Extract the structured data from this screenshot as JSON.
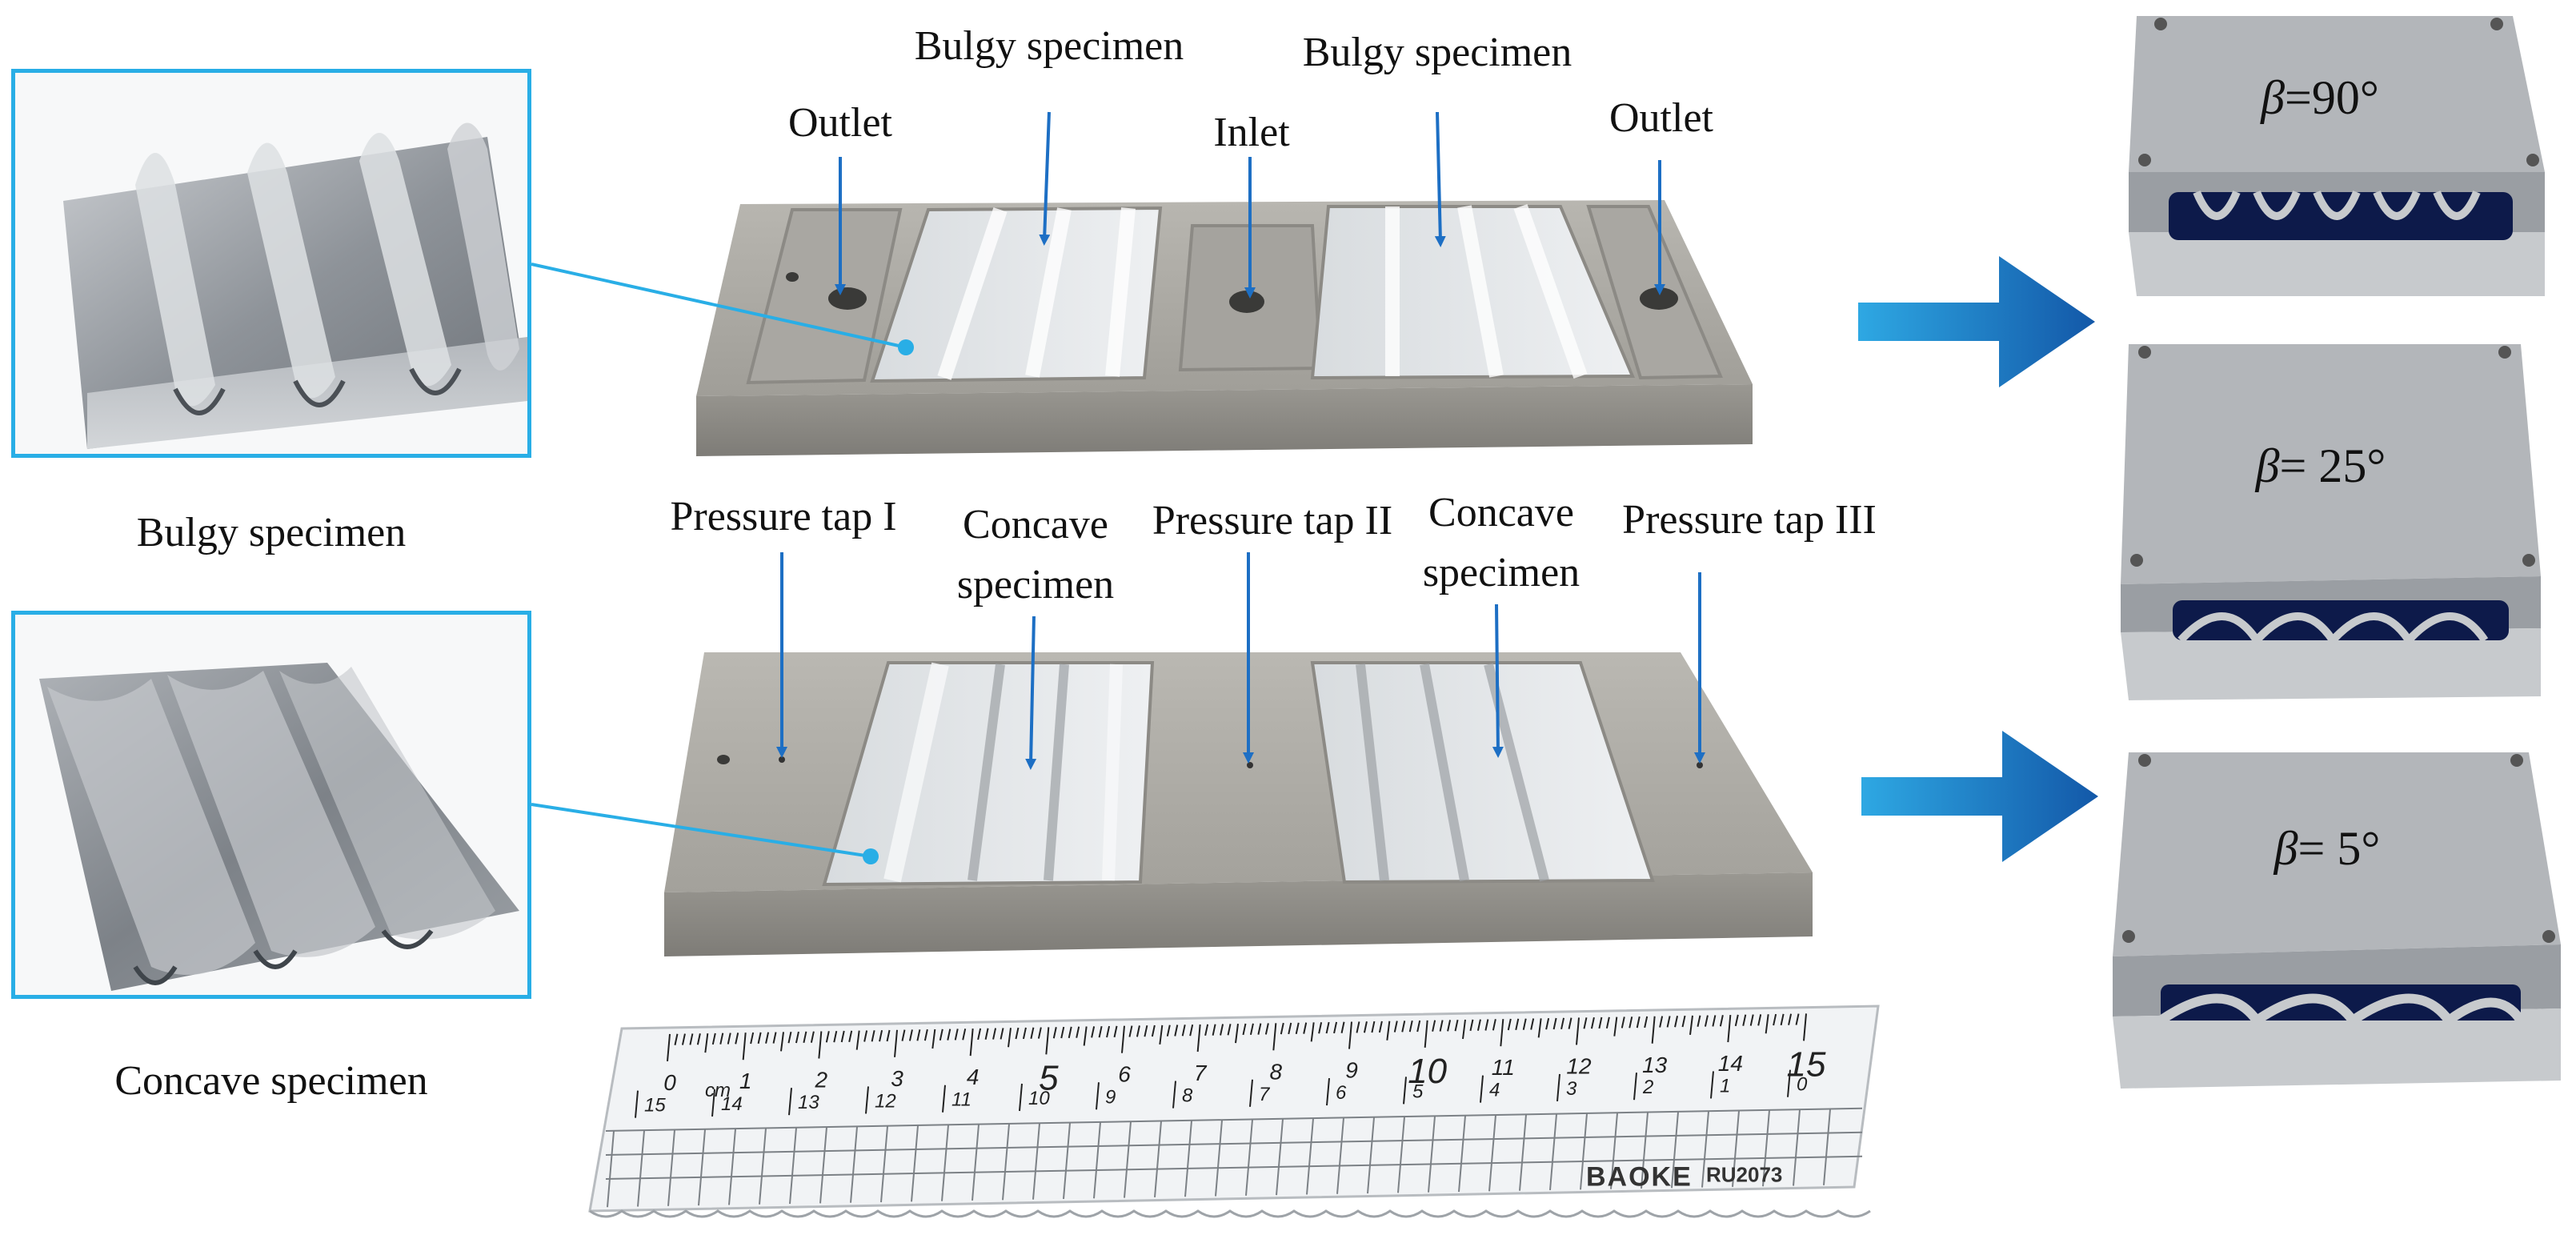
{
  "top_plate": {
    "labels": {
      "outlet_left": "Outlet",
      "bulgy_left": "Bulgy specimen",
      "inlet": "Inlet",
      "bulgy_right": "Bulgy specimen",
      "outlet_right": "Outlet"
    }
  },
  "bottom_plate": {
    "labels": {
      "tap1": "Pressure tap I",
      "concave_left_line1": "Concave",
      "concave_left_line2": "specimen",
      "tap2": "Pressure tap II",
      "concave_right_line1": "Concave",
      "concave_right_line2": "specimen",
      "tap3": "Pressure tap III"
    }
  },
  "insets": {
    "bulgy_caption": "Bulgy specimen",
    "concave_caption": "Concave specimen"
  },
  "ruler": {
    "unit": "cm",
    "top_numbers": [
      "0",
      "1",
      "2",
      "3",
      "4",
      "5",
      "6",
      "7",
      "8",
      "9",
      "10",
      "11",
      "12",
      "13",
      "14",
      "15"
    ],
    "bottom_numbers": [
      "15",
      "14",
      "13",
      "12",
      "11",
      "10",
      "9",
      "8",
      "7",
      "6",
      "5",
      "4",
      "3",
      "2",
      "1",
      "0"
    ],
    "brand": "BAOKE",
    "model": "RU2073"
  },
  "assemblies": [
    {
      "symbol": "β",
      "value": "=90°"
    },
    {
      "symbol": "β",
      "value": "= 25°"
    },
    {
      "symbol": "β",
      "value": "= 5°"
    }
  ],
  "colors": {
    "accent_blue": "#29aee6",
    "arrow_blue": "#1a6fc0",
    "annotation_line": "#1d6fc4",
    "channel_dark": "#0d1a4a"
  }
}
